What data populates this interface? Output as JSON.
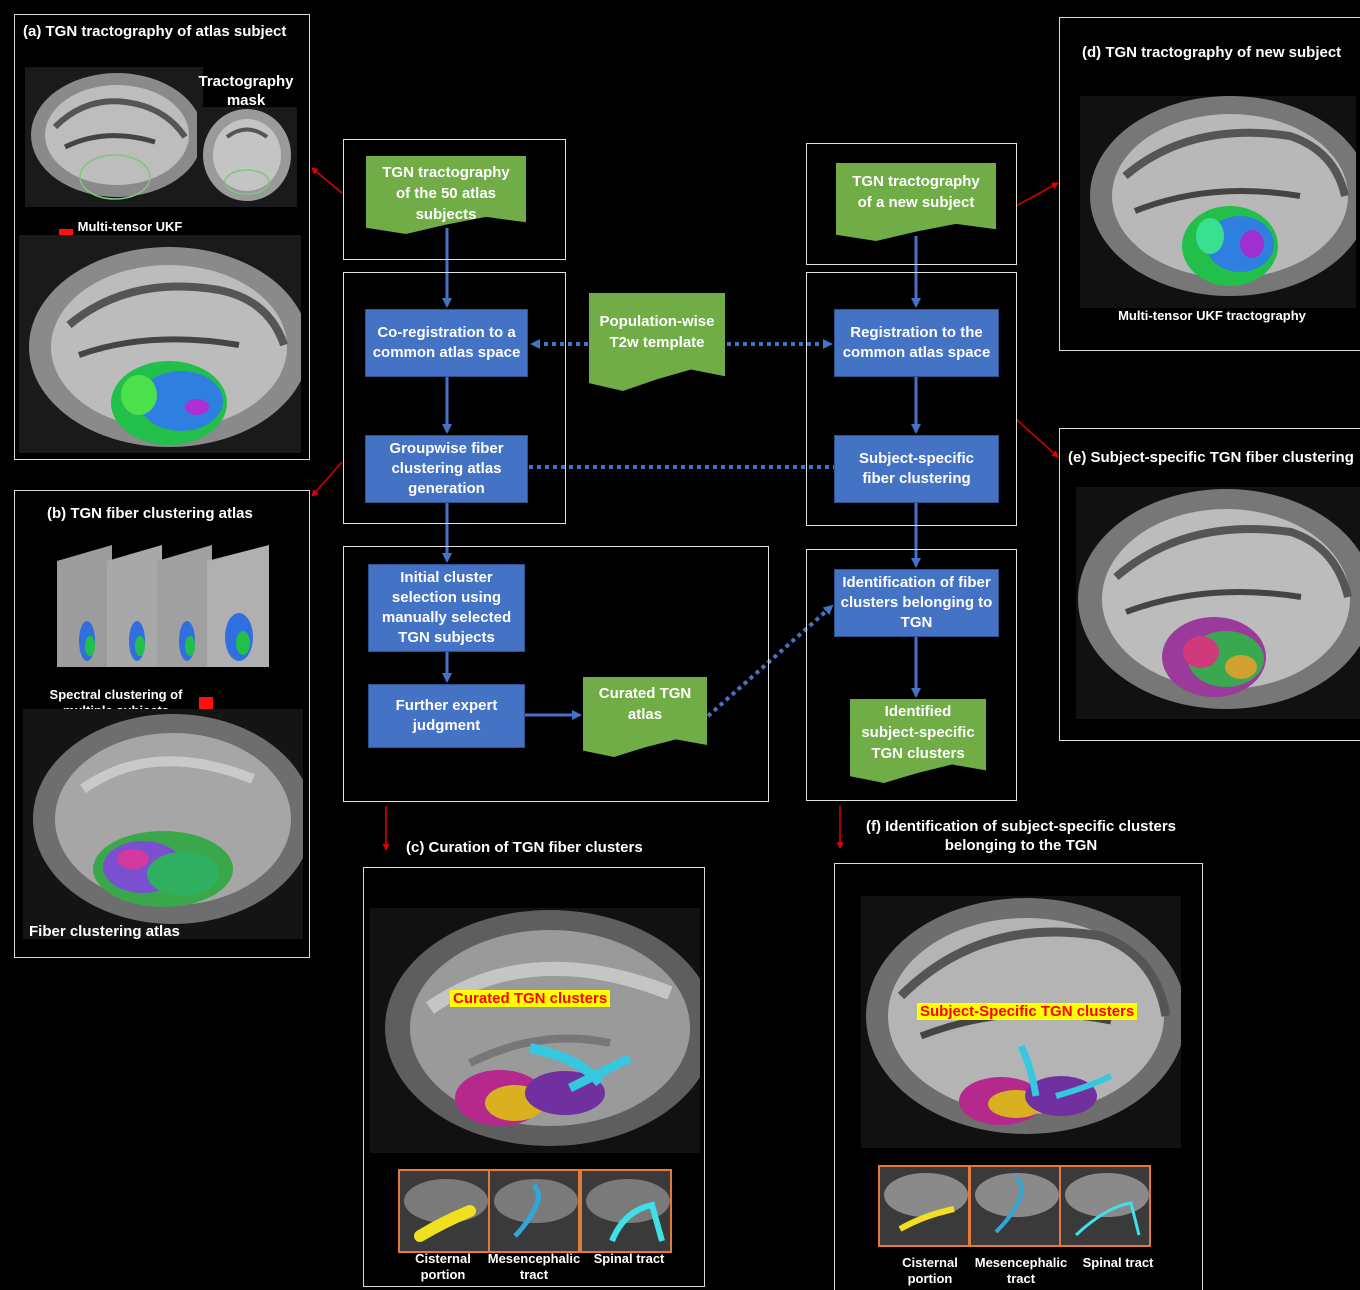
{
  "panels": {
    "a": {
      "title": "(a) TGN tractography of atlas subject",
      "mask_label": "Tractography mask",
      "method_label": "Multi-tensor UKF tractography"
    },
    "b": {
      "title": "(b) TGN fiber clustering atlas",
      "spectral_label": "Spectral clustering of multiple subjects",
      "atlas_label": "Fiber clustering atlas"
    },
    "c": {
      "title": "(c) Curation of TGN fiber clusters",
      "highlight": "Curated TGN clusters",
      "thumbs": [
        "Cisternal portion",
        "Mesencephalic tract",
        "Spinal tract"
      ]
    },
    "d": {
      "title": "(d) TGN tractography of new subject",
      "method_label": "Multi-tensor UKF tractography"
    },
    "e": {
      "title": "(e) Subject-specific TGN fiber clustering"
    },
    "f": {
      "title": "(f) Identification of subject-specific clusters belonging to the TGN",
      "highlight": "Subject-Specific TGN clusters",
      "thumbs": [
        "Cisternal portion",
        "Mesencephalic tract",
        "Spinal tract"
      ]
    }
  },
  "flow": {
    "left": {
      "input": "TGN tractography of the 50 atlas subjects",
      "coreg": "Co-registration to a common atlas space",
      "groupwise": "Groupwise fiber clustering atlas generation",
      "initial": "Initial cluster selection using manually selected TGN subjects",
      "expert": "Further expert judgment",
      "curated": "Curated TGN atlas"
    },
    "middle": {
      "template": "Population-wise T2w template"
    },
    "right": {
      "input": "TGN tractography of a new subject",
      "registration": "Registration to the common atlas space",
      "clustering": "Subject-specific fiber clustering",
      "identification": "Identification of fiber clusters belonging to TGN",
      "output": "Identified subject-specific TGN clusters"
    }
  },
  "colors": {
    "process": "#4472c4",
    "document": "#70ad47",
    "arrow": "#4472c4",
    "pointer": "#e00000",
    "highlight": "#ffff00"
  }
}
